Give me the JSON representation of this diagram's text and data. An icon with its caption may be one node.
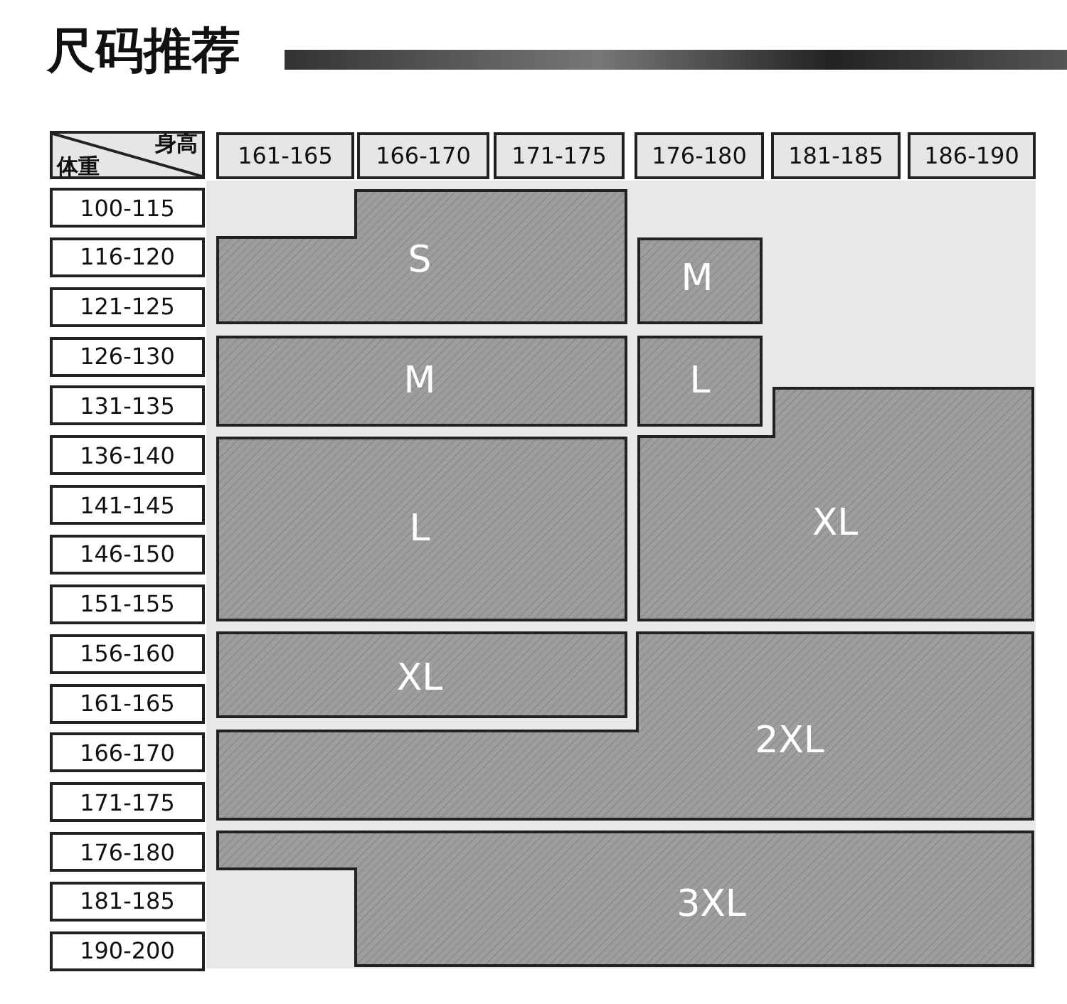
{
  "diagram": {
    "title": "尺码推荐",
    "nodes": [
      {
        "text": [
          "身高",
          "体重"
        ]
      },
      {
        "text": [
          "161-165"
        ]
      },
      {
        "text": [
          "166-170"
        ]
      },
      {
        "text": [
          "171-175"
        ]
      },
      {
        "text": [
          "176-180"
        ]
      },
      {
        "text": [
          "181-185"
        ]
      },
      {
        "text": [
          "186-190"
        ]
      },
      {
        "text": [
          "100-115"
        ]
      },
      {
        "text": [
          "116-120"
        ]
      },
      {
        "text": [
          "121-125"
        ]
      },
      {
        "text": [
          "126-130"
        ]
      },
      {
        "text": [
          "131-135"
        ]
      },
      {
        "text": [
          "136-140"
        ]
      },
      {
        "text": [
          "141-145"
        ]
      },
      {
        "text": [
          "146-150"
        ]
      },
      {
        "text": [
          "151-155"
        ]
      },
      {
        "text": [
          "156-160"
        ]
      },
      {
        "text": [
          "161-165"
        ]
      },
      {
        "text": [
          "166-170"
        ]
      },
      {
        "text": [
          "171-175"
        ]
      },
      {
        "text": [
          "176-180"
        ]
      },
      {
        "text": [
          "181-185"
        ]
      },
      {
        "text": [
          "190-200"
        ]
      },
      {
        "text": [
          "S"
        ]
      },
      {
        "text": [
          "M"
        ]
      },
      {
        "text": [
          "M"
        ]
      },
      {
        "text": [
          "L"
        ]
      },
      {
        "text": [
          "L"
        ]
      },
      {
        "text": [
          "XL"
        ]
      },
      {
        "text": [
          "XL"
        ]
      },
      {
        "text": [
          "2XL"
        ]
      },
      {
        "text": [
          "3XL"
        ]
      }
    ]
  }
}
